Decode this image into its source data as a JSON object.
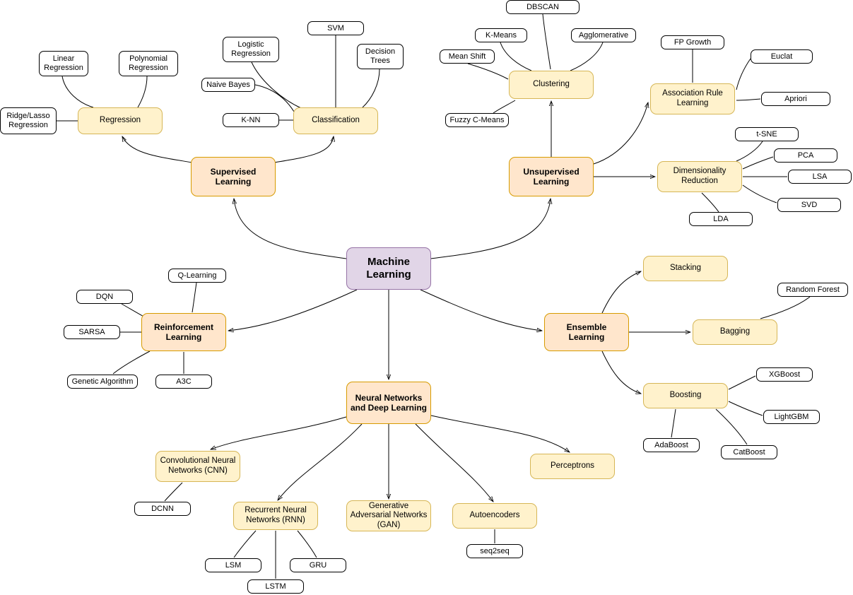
{
  "colors": {
    "root_fill": "#E1D5E7",
    "root_border": "#9673A6",
    "branch_fill": "#FFE6CC",
    "branch_border": "#D79B00",
    "topic_fill": "#FFF2CC",
    "topic_border": "#D6B656",
    "leaf_fill": "#FFFFFF",
    "leaf_border": "#000000",
    "edge_color": "#000000"
  },
  "diagram": {
    "root": "Machine Learning",
    "branches": [
      {
        "label": "Supervised Learning",
        "topics": [
          {
            "label": "Regression",
            "leaves": [
              "Linear Regression",
              "Polynomial Regression",
              "Ridge/Lasso Regression"
            ]
          },
          {
            "label": "Classification",
            "leaves": [
              "Logistic Regression",
              "SVM",
              "Decision Trees",
              "Naive Bayes",
              "K-NN"
            ]
          }
        ]
      },
      {
        "label": "Unsupervised Learning",
        "topics": [
          {
            "label": "Clustering",
            "leaves": [
              "DBSCAN",
              "K-Means",
              "Agglomerative",
              "Mean Shift",
              "Fuzzy C-Means"
            ]
          },
          {
            "label": "Association Rule Learning",
            "leaves": [
              "FP Growth",
              "Euclat",
              "Apriori"
            ]
          },
          {
            "label": "Dimensionality Reduction",
            "leaves": [
              "t-SNE",
              "PCA",
              "LSA",
              "SVD",
              "LDA"
            ]
          }
        ]
      },
      {
        "label": "Reinforcement Learning",
        "leaves": [
          "Q-Learning",
          "DQN",
          "SARSA",
          "Genetic Algorithm",
          "A3C"
        ]
      },
      {
        "label": "Ensemble Learning",
        "topics": [
          {
            "label": "Stacking",
            "leaves": []
          },
          {
            "label": "Bagging",
            "leaves": [
              "Random Forest"
            ]
          },
          {
            "label": "Boosting",
            "leaves": [
              "XGBoost",
              "LightGBM",
              "AdaBoost",
              "CatBoost"
            ]
          }
        ]
      },
      {
        "label": "Neural Networks and Deep Learning",
        "topics": [
          {
            "label": "Convolutional Neural Networks (CNN)",
            "leaves": [
              "DCNN"
            ]
          },
          {
            "label": "Recurrent Neural Networks (RNN)",
            "leaves": [
              "LSM",
              "LSTM",
              "GRU"
            ]
          },
          {
            "label": "Generative Adversarial Networks (GAN)",
            "leaves": []
          },
          {
            "label": "Autoencoders",
            "leaves": [
              "seq2seq"
            ]
          },
          {
            "label": "Perceptrons",
            "leaves": []
          }
        ]
      }
    ]
  }
}
